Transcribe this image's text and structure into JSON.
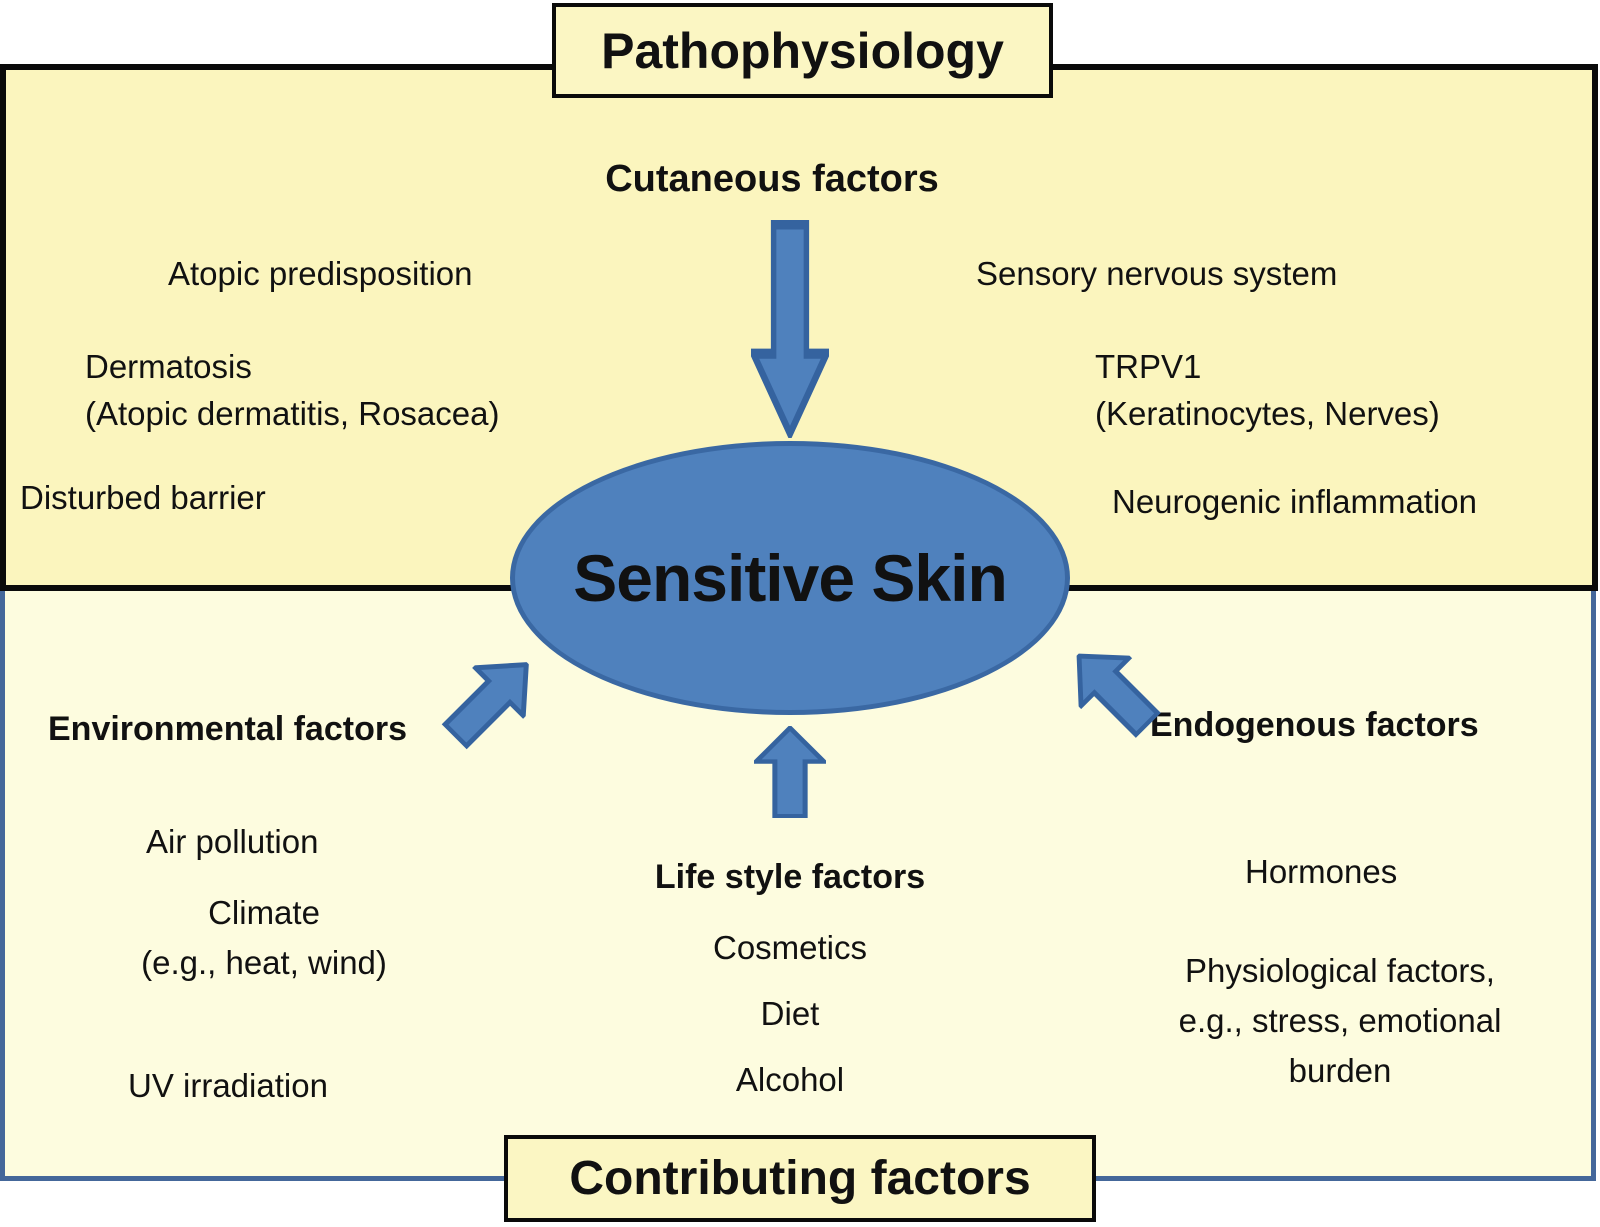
{
  "center": {
    "label": "Sensitive Skin"
  },
  "pathophysiology": {
    "box_label": "Pathophysiology",
    "cutaneous_heading": "Cutaneous factors",
    "atopic": "Atopic predisposition",
    "dermatosis_line1": "Dermatosis",
    "dermatosis_line2": "(Atopic dermatitis, Rosacea)",
    "disturbed_barrier": "Disturbed barrier",
    "sensory": "Sensory nervous system",
    "trpv1_line1": "TRPV1",
    "trpv1_line2": "(Keratinocytes, Nerves)",
    "neurogenic": "Neurogenic inflammation"
  },
  "contributing": {
    "box_label": "Contributing factors",
    "environmental_heading": "Environmental factors",
    "air_pollution": "Air pollution",
    "climate_line1": "Climate",
    "climate_line2": "(e.g., heat, wind)",
    "uv": "UV irradiation",
    "lifestyle_heading": "Life style factors",
    "cosmetics": "Cosmetics",
    "diet": "Diet",
    "alcohol": "Alcohol",
    "endogenous_heading": "Endogenous factors",
    "hormones": "Hormones",
    "physio_line1": "Physiological factors,",
    "physio_line2": "e.g., stress, emotional",
    "physio_line3": "burden"
  },
  "icons": {
    "arrow_down": "arrow-down-icon",
    "arrow_up": "arrow-up-icon",
    "arrow_up_right": "arrow-up-right-icon",
    "arrow_up_left": "arrow-up-left-icon"
  },
  "colors": {
    "region_top_fill": "#fbf5be",
    "region_bottom_fill": "#fdfcdf",
    "titlebox_fill": "#fbf6c3",
    "top_border": "#0a0a0a",
    "bottom_border": "#44679a",
    "shape_fill": "#4f81bd",
    "shape_stroke": "#3a68a3",
    "text": "#111111"
  }
}
